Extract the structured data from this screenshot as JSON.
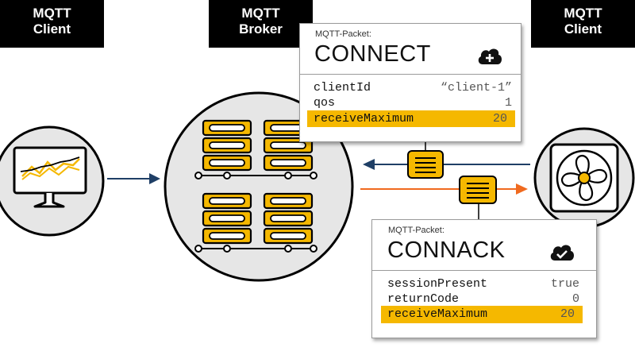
{
  "labels": {
    "left_client": [
      "MQTT",
      "Client"
    ],
    "broker": [
      "MQTT",
      "Broker"
    ],
    "right_client": [
      "MQTT",
      "Client"
    ]
  },
  "connect_packet": {
    "type_label": "MQTT-Packet:",
    "name": "CONNECT",
    "icon": "cloud-plus-icon",
    "fields": [
      {
        "key": "clientId",
        "value": "“client-1”",
        "highlight": false
      },
      {
        "key": "qos",
        "value": "1",
        "highlight": false
      },
      {
        "key": "receiveMaximum",
        "value": "20",
        "highlight": true
      }
    ]
  },
  "connack_packet": {
    "type_label": "MQTT-Packet:",
    "name": "CONNACK",
    "icon": "cloud-check-icon",
    "fields": [
      {
        "key": "sessionPresent",
        "value": "true",
        "highlight": false
      },
      {
        "key": "returnCode",
        "value": "0",
        "highlight": false
      },
      {
        "key": "receiveMaximum",
        "value": "20",
        "highlight": true
      }
    ]
  },
  "colors": {
    "accent": "#f5b800",
    "arrow_blue": "#1f3f66",
    "arrow_orange": "#f06a1f",
    "circle_fill": "#e6e6e6"
  }
}
